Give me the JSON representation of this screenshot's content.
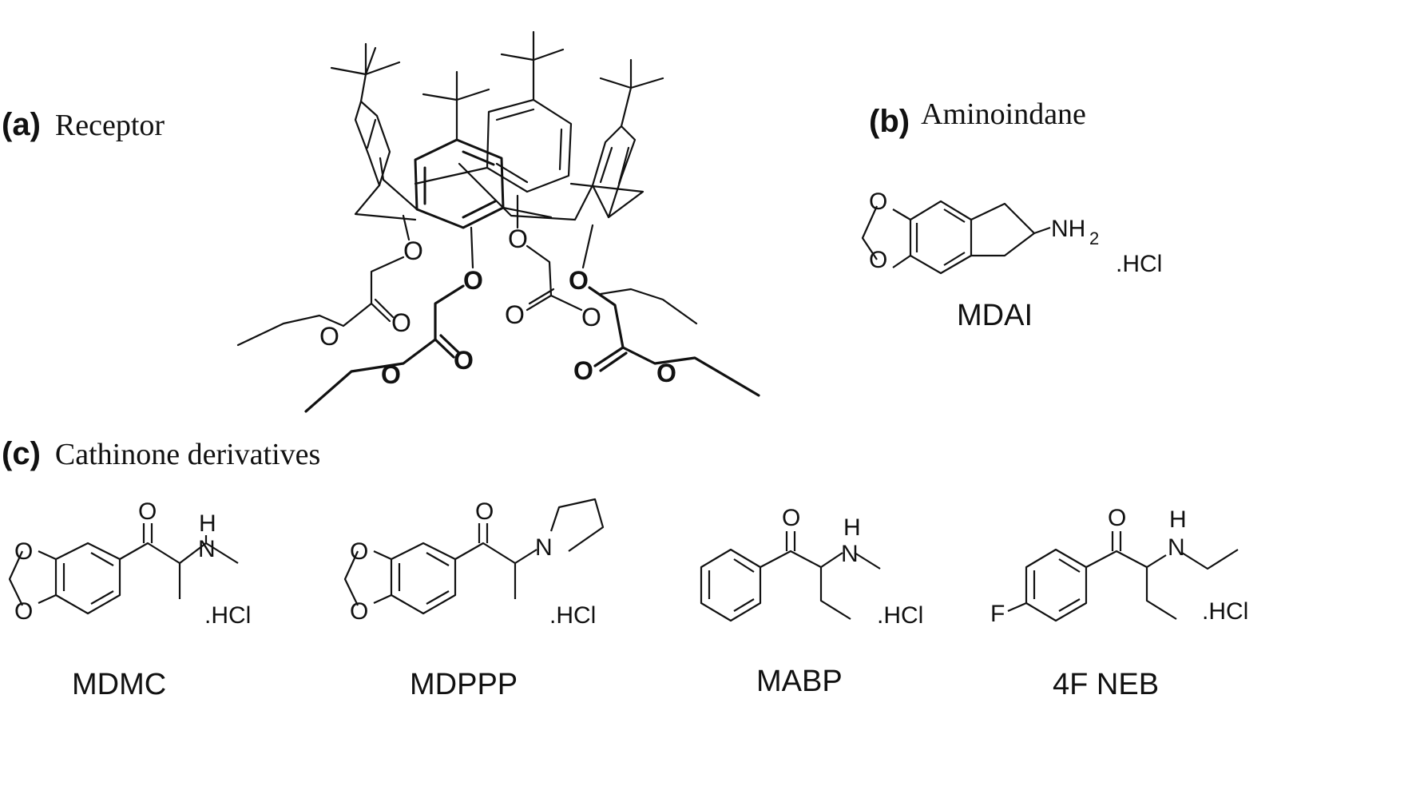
{
  "panels": {
    "a": {
      "letter": "(a)",
      "title": "Receptor"
    },
    "b": {
      "letter": "(b)",
      "title": "Aminoindane"
    },
    "c": {
      "letter": "(c)",
      "title": "Cathinone derivatives"
    }
  },
  "atoms": {
    "oxygen": "O",
    "nitrogen": "N",
    "hydrogen": "H",
    "fluorine": "F",
    "amine_n": "NH",
    "amine_sub": "2"
  },
  "salt": ".HCl",
  "compounds": {
    "mdai": "MDAI",
    "mdmc": "MDMC",
    "mdppp": "MDPPP",
    "mabp": "MABP",
    "fneb": "4F NEB"
  }
}
